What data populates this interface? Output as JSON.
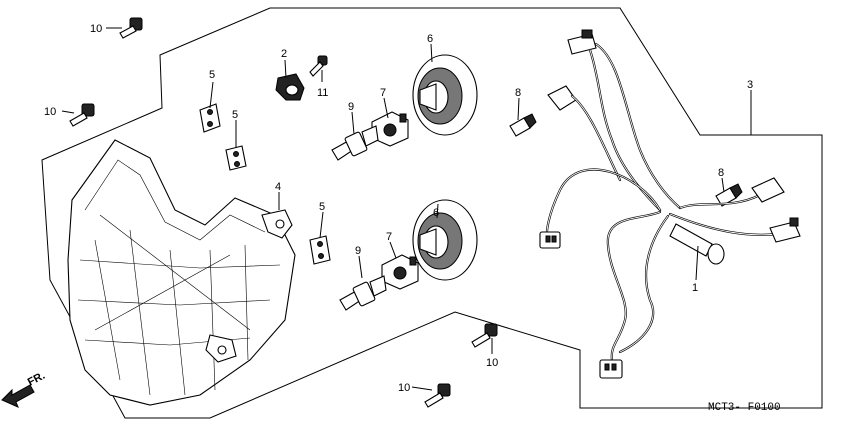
{
  "diagram_code": "MCT3- F0100",
  "front_marker": "FR.",
  "callouts": {
    "c1": "1",
    "c2": "2",
    "c3": "3",
    "c4": "4",
    "c5a": "5",
    "c5b": "5",
    "c5c": "5",
    "c6a": "6",
    "c6b": "6",
    "c7a": "7",
    "c7b": "7",
    "c8a": "8",
    "c8b": "8",
    "c9a": "9",
    "c9b": "9",
    "c10a": "10",
    "c10b": "10",
    "c10c": "10",
    "c10d": "10",
    "c11": "11"
  }
}
